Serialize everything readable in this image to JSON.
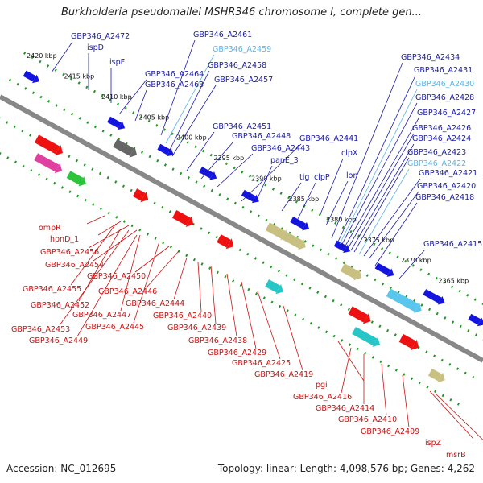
{
  "title": "Burkholderia pseudomallei MSHR346 chromosome I, complete gen...",
  "footer": {
    "accession": "Accession: NC_012695",
    "topology": "Topology: linear; Length: 4,098,576 bp; Genes: 4,262"
  },
  "colors": {
    "label_blue": "#1a1aa8",
    "label_cyan": "#5ab4e6",
    "label_red": "#cc1111",
    "axis": "#888888",
    "dots": "#1f9a1f"
  },
  "ticks": [
    {
      "label": "2420 kbp"
    },
    {
      "label": "2415 kbp"
    },
    {
      "label": "2410 kbp"
    },
    {
      "label": "2405 kbp"
    },
    {
      "label": "2400 kbp"
    },
    {
      "label": "2395 kbp"
    },
    {
      "label": "2390 kbp"
    },
    {
      "label": "2385 kbp"
    },
    {
      "label": "2380 kbp"
    },
    {
      "label": "2375 kbp"
    },
    {
      "label": "2370 kbp"
    },
    {
      "label": "2365 kbp"
    }
  ],
  "top_labels": [
    {
      "text": "GBP346_A2472",
      "color": "blue"
    },
    {
      "text": "ispD",
      "color": "blue"
    },
    {
      "text": "ispF",
      "color": "blue"
    },
    {
      "text": "GBP346_A2461",
      "color": "blue"
    },
    {
      "text": "GBP346_A2459",
      "color": "cyan"
    },
    {
      "text": "GBP346_A2464",
      "color": "blue"
    },
    {
      "text": "GBP346_A2458",
      "color": "blue"
    },
    {
      "text": "GBP346_A2463",
      "color": "blue"
    },
    {
      "text": "GBP346_A2457",
      "color": "blue"
    },
    {
      "text": "GBP346_A2451",
      "color": "blue"
    },
    {
      "text": "GBP346_A2448",
      "color": "blue"
    },
    {
      "text": "GBP346_A2441",
      "color": "blue"
    },
    {
      "text": "GBP346_A2443",
      "color": "blue"
    },
    {
      "text": "clpX",
      "color": "blue"
    },
    {
      "text": "panE_3",
      "color": "blue"
    },
    {
      "text": "tig",
      "color": "blue"
    },
    {
      "text": "clpP",
      "color": "blue"
    },
    {
      "text": "lon",
      "color": "blue"
    },
    {
      "text": "GBP346_A2434",
      "color": "blue"
    },
    {
      "text": "GBP346_A2431",
      "color": "blue"
    },
    {
      "text": "GBP346_A2430",
      "color": "cyan"
    },
    {
      "text": "GBP346_A2428",
      "color": "blue"
    },
    {
      "text": "GBP346_A2427",
      "color": "blue"
    },
    {
      "text": "GBP346_A2426",
      "color": "blue"
    },
    {
      "text": "GBP346_A2424",
      "color": "blue"
    },
    {
      "text": "GBP346_A2423",
      "color": "blue"
    },
    {
      "text": "GBP346_A2422",
      "color": "cyan"
    },
    {
      "text": "GBP346_A2421",
      "color": "blue"
    },
    {
      "text": "GBP346_A2420",
      "color": "blue"
    },
    {
      "text": "GBP346_A2418",
      "color": "blue"
    },
    {
      "text": "GBP346_A2415",
      "color": "blue"
    }
  ],
  "bottom_labels": [
    {
      "text": "ompR",
      "color": "red"
    },
    {
      "text": "hpnD_1",
      "color": "red"
    },
    {
      "text": "GBP346_A2456",
      "color": "red"
    },
    {
      "text": "GBP346_A2454",
      "color": "red"
    },
    {
      "text": "GBP346_A2450",
      "color": "red"
    },
    {
      "text": "GBP346_A2455",
      "color": "red"
    },
    {
      "text": "GBP346_A2446",
      "color": "red"
    },
    {
      "text": "GBP346_A2452",
      "color": "red"
    },
    {
      "text": "GBP346_A2444",
      "color": "red"
    },
    {
      "text": "GBP346_A2447",
      "color": "red"
    },
    {
      "text": "GBP346_A2440",
      "color": "red"
    },
    {
      "text": "GBP346_A2453",
      "color": "red"
    },
    {
      "text": "GBP346_A2445",
      "color": "red"
    },
    {
      "text": "GBP346_A2439",
      "color": "red"
    },
    {
      "text": "GBP346_A2449",
      "color": "red"
    },
    {
      "text": "GBP346_A2438",
      "color": "red"
    },
    {
      "text": "GBP346_A2429",
      "color": "red"
    },
    {
      "text": "GBP346_A2425",
      "color": "red"
    },
    {
      "text": "GBP346_A2419",
      "color": "red"
    },
    {
      "text": "pgi",
      "color": "red"
    },
    {
      "text": "GBP346_A2416",
      "color": "red"
    },
    {
      "text": "GBP346_A2414",
      "color": "red"
    },
    {
      "text": "GBP346_A2410",
      "color": "red"
    },
    {
      "text": "GBP346_A2409",
      "color": "red"
    },
    {
      "text": "ispZ",
      "color": "red"
    },
    {
      "text": "msrB",
      "color": "red"
    }
  ]
}
